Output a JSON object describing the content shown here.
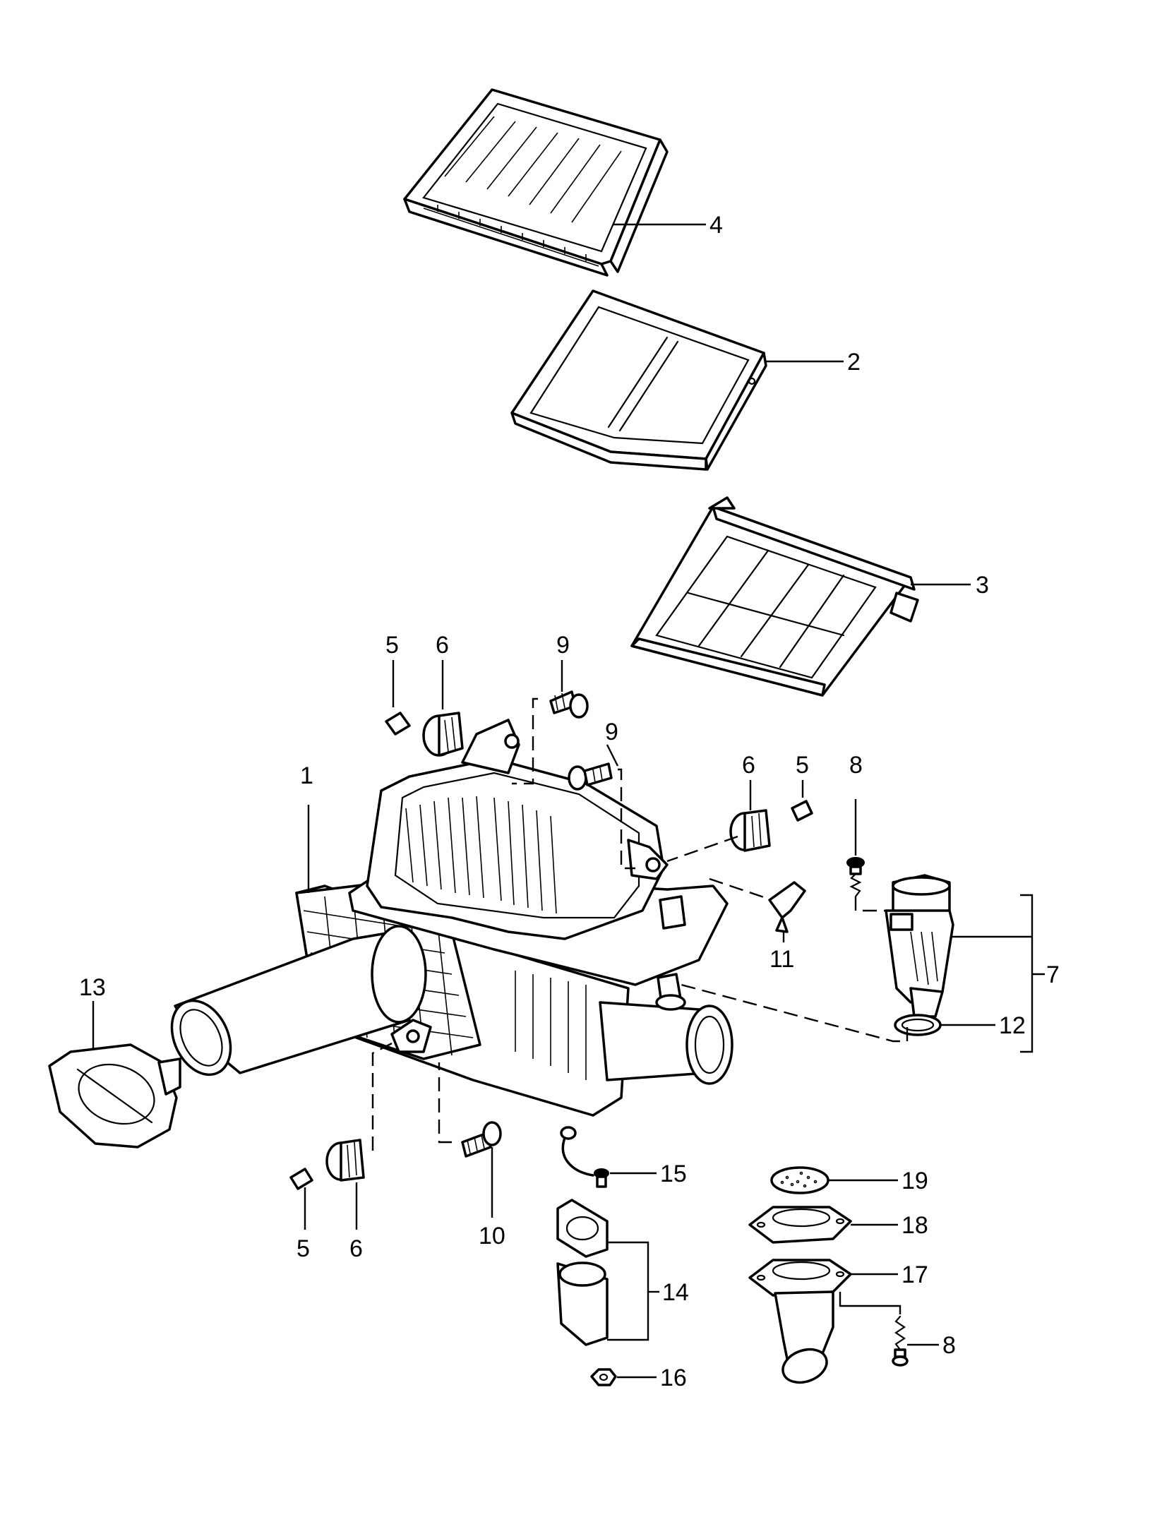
{
  "callouts": {
    "c1": "1",
    "c2": "2",
    "c3": "3",
    "c4": "4",
    "c5a": "5",
    "c5b": "5",
    "c5c": "5",
    "c6a": "6",
    "c6b": "6",
    "c6c": "6",
    "c7": "7",
    "c8a": "8",
    "c8b": "8",
    "c9a": "9",
    "c9b": "9",
    "c10": "10",
    "c11": "11",
    "c12": "12",
    "c13": "13",
    "c14": "14",
    "c15": "15",
    "c16": "16",
    "c17": "17",
    "c18": "18",
    "c19": "19"
  }
}
